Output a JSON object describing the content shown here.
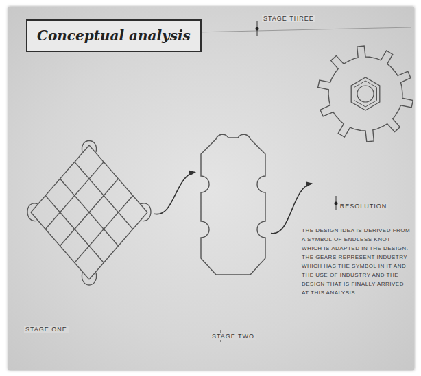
{
  "diagram": {
    "title": "Conceptual analysis",
    "nodes": [
      {
        "text": [
          "STAGE ONE"
        ]
      },
      {
        "text": [
          "STAGE TWO"
        ]
      },
      {
        "text": [
          "RESOLUTION"
        ]
      }
    ],
    "edges": [
      {
        "from": 0,
        "to": 1,
        "arrow": "to"
      },
      {
        "from": 1,
        "to": 2,
        "arrow": "to"
      }
    ],
    "labels": [
      "STAGE THREE",
      "THE DESIGN IDEA IS DERIVED FROM A SYMBOL OF ENDLESS KNOT WHICH IS ADAPTED IN THE DESIGN. THE GEARS REPRESENT INDUSTRY WHICH HAS THE SYMBOL IN IT AND THE USE OF INDUSTRY AND THE DESIGN THAT IS FINALLY ARRIVED AT THIS ANALYSIS"
    ]
  }
}
